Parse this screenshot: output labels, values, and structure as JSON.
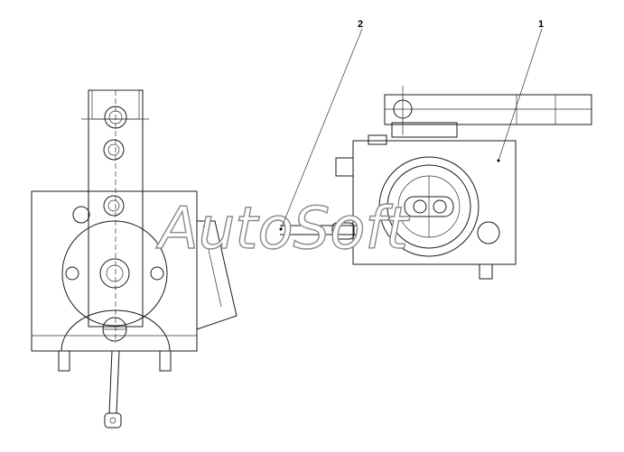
{
  "callouts": [
    {
      "id": "callout-1",
      "label": "1"
    },
    {
      "id": "callout-2",
      "label": "2"
    }
  ],
  "watermark": {
    "text": "AutoSoft"
  },
  "colors": {
    "line": "#1a1a1a",
    "background": "#ffffff",
    "watermark_outline": "#8a8a8a"
  }
}
